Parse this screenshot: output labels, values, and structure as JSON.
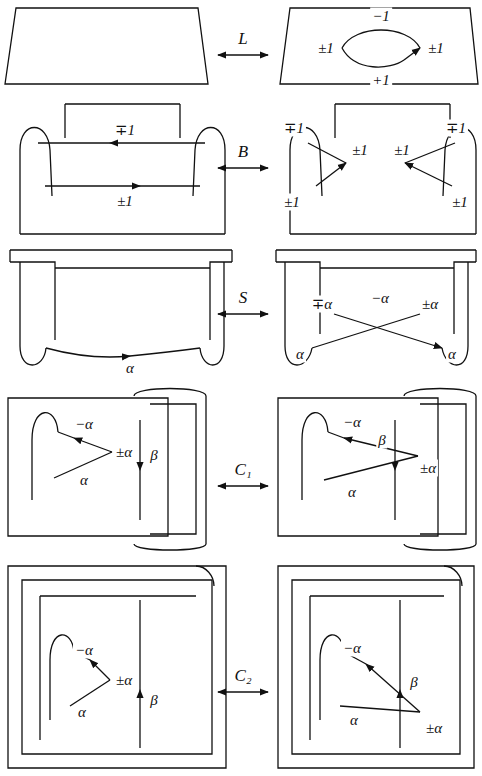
{
  "diagram": {
    "labels": [
      "L",
      "−1",
      "±1",
      "±1",
      "+1",
      "B",
      "∓1",
      "±1",
      "∓1",
      "±1",
      "±1",
      "±1",
      "∓1",
      "±1",
      "S",
      "α",
      "∓α",
      "−α",
      "±α",
      "α",
      "α",
      "C₁",
      "−α",
      "±α",
      "α",
      "β",
      "−α",
      "β",
      "±α",
      "α",
      "C₂",
      "−α",
      "±α",
      "α",
      "β",
      "−α",
      "β",
      "α",
      "±α"
    ]
  }
}
